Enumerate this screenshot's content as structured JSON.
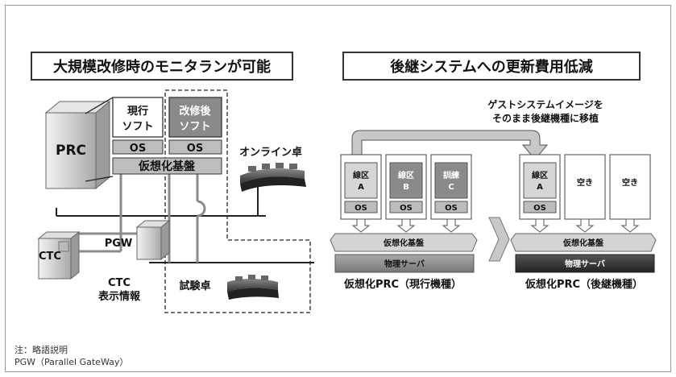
{
  "left_title": "大規模改修時のモニタランが可能",
  "right_title": "後継システムへの更新費用低減",
  "left": {
    "prc": "PRC",
    "current_soft_1": "現行",
    "current_soft_2": "ソフト",
    "modified_soft_1": "改修後",
    "modified_soft_2": "ソフト",
    "os": "OS",
    "virtual_base": "仮想化基盤",
    "online_desk": "オンライン卓",
    "pgw": "PGW",
    "ctc": "CTC",
    "ctc_info_1": "CTC",
    "ctc_info_2": "表示情報",
    "test_desk": "試験卓"
  },
  "right": {
    "arrow_label_1": "ゲストシステムイメージを",
    "arrow_label_2": "そのまま後継機種に移植",
    "current_vms": [
      {
        "line1": "線区",
        "line2": "A"
      },
      {
        "line1": "線区",
        "line2": "B"
      },
      {
        "line1": "訓練",
        "line2": "C"
      }
    ],
    "successor_vms": [
      {
        "line1": "線区",
        "line2": "A"
      },
      {
        "line1": "空き",
        "line2": ""
      },
      {
        "line1": "空き",
        "line2": ""
      }
    ],
    "os": "OS",
    "virtual_base": "仮想化基盤",
    "physical_server": "物理サーバ",
    "current_caption": "仮想化PRC（現行機種）",
    "successor_caption": "仮想化PRC（後継機種）"
  },
  "notes": {
    "line1": "注：略語説明",
    "line2": "PGW（Parallel GateWay）"
  }
}
